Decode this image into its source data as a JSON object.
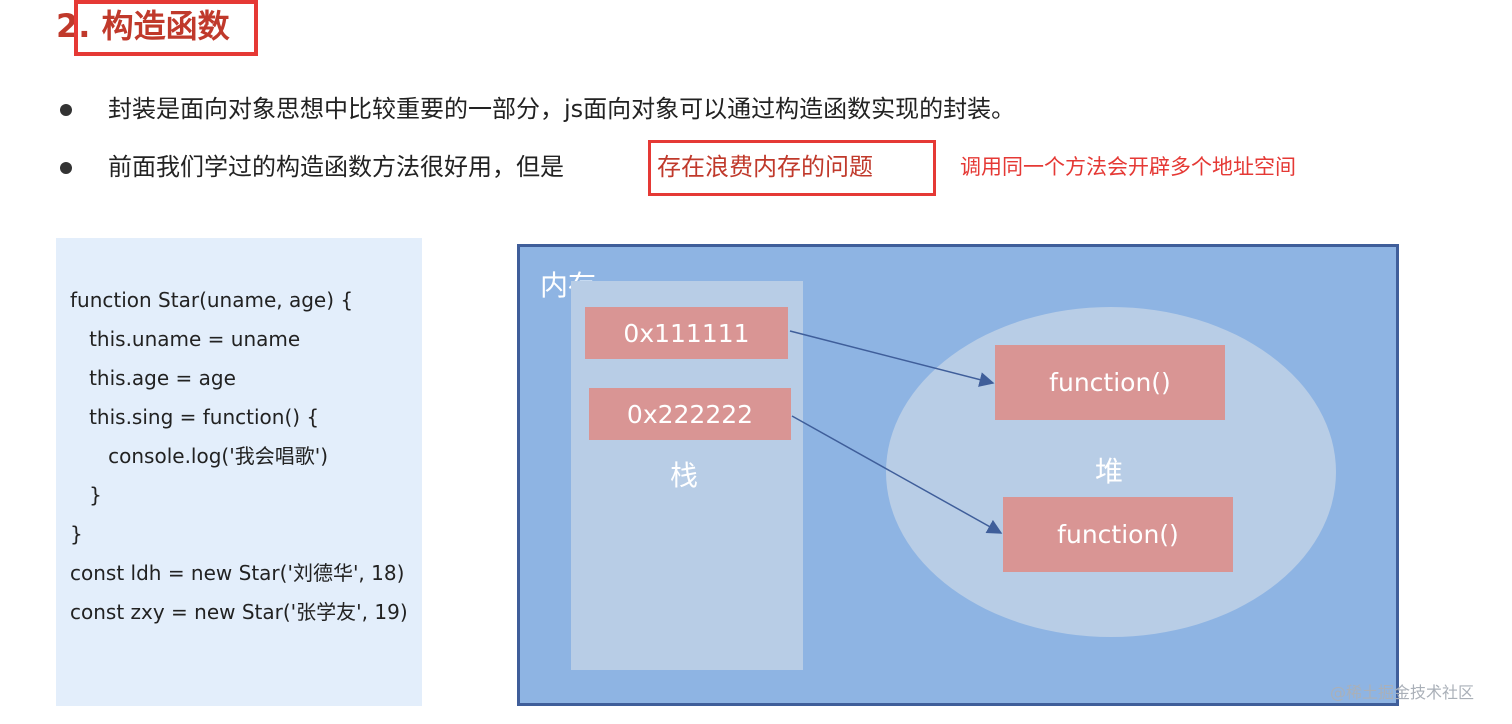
{
  "title": "2. 构造函数",
  "bullets": [
    {
      "text": "封装是面向对象思想中比较重要的一部分，js面向对象可以通过构造函数实现的封装。"
    },
    {
      "text": "前面我们学过的构造函数方法很好用，但是",
      "highlight": "存在浪费内存的问题",
      "note": "调用同一个方法会开辟多个地址空间"
    }
  ],
  "code": [
    "function Star(uname, age) {",
    "   this.uname = uname",
    "   this.age = age",
    "   this.sing = function() {",
    "      console.log('我会唱歌')",
    "   }",
    "}",
    "const ldh = new Star('刘德华', 18)",
    "const zxy = new Star('张学友', 19)"
  ],
  "diagram": {
    "memory_label": "内存",
    "stack_label": "栈",
    "heap_label": "堆",
    "addresses": [
      "0x111111",
      "0x222222"
    ],
    "functions": [
      "function()",
      "function()"
    ],
    "colors": {
      "memory_bg": "#8eb4e3",
      "area_bg": "#b8cde6",
      "cell_bg": "#d99594",
      "arrow": "#3f5e9a"
    }
  },
  "watermark": "@稀土掘金技术社区"
}
